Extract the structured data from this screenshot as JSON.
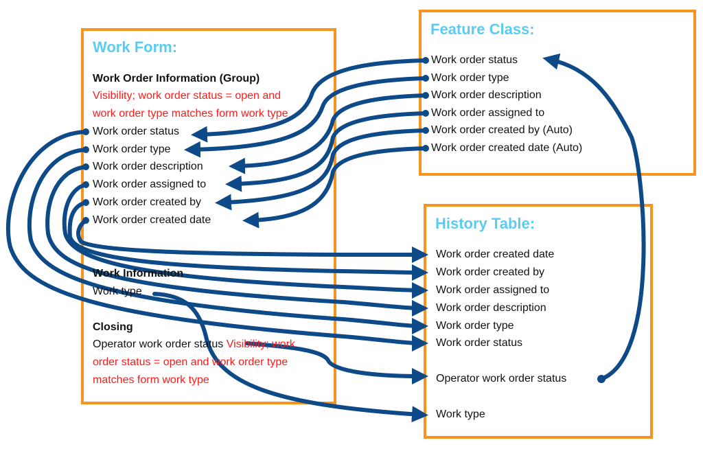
{
  "colors": {
    "box_border": "#f7941d",
    "title": "#5ccbf4",
    "connector": "#0d4a87",
    "condition_text": "#ff1a1a"
  },
  "work_form": {
    "title": "Work Form:",
    "group1_heading": "Work Order Information (Group)",
    "group1_visibility_line1": "Visibility; work order status = open and",
    "group1_visibility_line2": "work order type matches form work type",
    "fields": [
      "Work order status",
      "Work order type",
      "Work order description",
      "Work order assigned to",
      "Work order created by",
      "Work order created date"
    ],
    "group2_heading": "Work Information",
    "group2_field": "Work type",
    "group3_heading": "Closing",
    "group3_field": "Operator work order status",
    "group3_visibility_line1": "Visibility; work",
    "group3_visibility_line2": "order status = open and work order type",
    "group3_visibility_line3": "matches form work type"
  },
  "feature_class": {
    "title": "Feature Class:",
    "fields": [
      "Work order status",
      "Work order type",
      "Work order description",
      "Work order assigned to",
      "Work order created by (Auto)",
      "Work order created date (Auto)"
    ]
  },
  "history_table": {
    "title": "History Table:",
    "fields": [
      "Work order created date",
      "Work order created by",
      "Work order assigned to",
      "Work order description",
      "Work order type",
      "Work order status",
      "Operator work order status",
      "Work type"
    ]
  },
  "connections": [
    {
      "from": "feature_class.Work order status",
      "to": "work_form.Work order status"
    },
    {
      "from": "feature_class.Work order type",
      "to": "work_form.Work order type"
    },
    {
      "from": "feature_class.Work order description",
      "to": "work_form.Work order description"
    },
    {
      "from": "feature_class.Work order assigned to",
      "to": "work_form.Work order assigned to"
    },
    {
      "from": "feature_class.Work order created by (Auto)",
      "to": "work_form.Work order created by"
    },
    {
      "from": "feature_class.Work order created date (Auto)",
      "to": "work_form.Work order created date"
    },
    {
      "from": "work_form.Work order status",
      "to": "history_table.Work order status"
    },
    {
      "from": "work_form.Work order type",
      "to": "history_table.Work order type"
    },
    {
      "from": "work_form.Work order description",
      "to": "history_table.Work order description"
    },
    {
      "from": "work_form.Work order assigned to",
      "to": "history_table.Work order assigned to"
    },
    {
      "from": "work_form.Work order created by",
      "to": "history_table.Work order created by"
    },
    {
      "from": "work_form.Work order created date",
      "to": "history_table.Work order created date"
    },
    {
      "from": "work_form.Work type",
      "to": "history_table.Work type"
    },
    {
      "from": "work_form.Operator work order status",
      "to": "history_table.Operator work order status"
    },
    {
      "from": "history_table.Operator work order status",
      "to": "feature_class.Work order status"
    }
  ]
}
